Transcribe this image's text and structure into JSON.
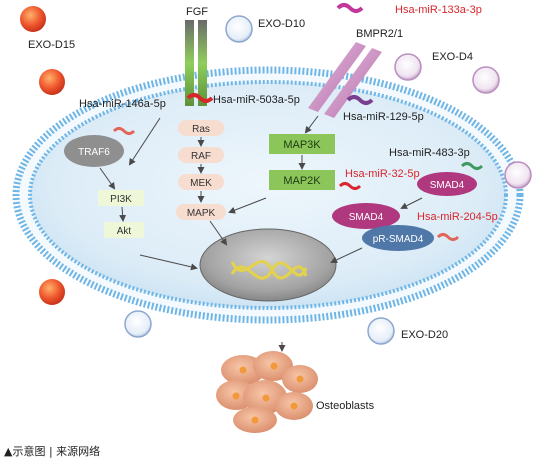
{
  "labels": {
    "fgf": "FGF",
    "bmpr": "BMPR2/1",
    "exo_d10": "EXO-D10",
    "exo_d15": "EXO-D15",
    "exo_d4": "EXO-D4",
    "exo_d20": "EXO-D20",
    "osteoblasts": "Osteoblasts"
  },
  "mirnas": {
    "m133a": "Hsa-miR-133a-3p",
    "m503a": "Hsa-miR-503a-5p",
    "m129": "Hsa-miR-129-5p",
    "m146a": "Hsa-miR-146a-5p",
    "m483": "Hsa-miR-483-3p",
    "m32": "Hsa-miR-32-5p",
    "m204": "Hsa-miR-204-5p"
  },
  "nodes": {
    "ras": "Ras",
    "raf": "RAF",
    "mek": "MEK",
    "mapk": "MAPK",
    "map3k": "MAP3K",
    "map2k": "MAP2K",
    "traf6": "TRAF6",
    "pi3k": "PI3K",
    "akt": "Akt",
    "smad4_a": "SMAD4",
    "smad4_b": "SMAD4",
    "psmad4": "pR-SMAD4"
  },
  "caption": "▲示意图 | 来源网络",
  "colors": {
    "membrane": "#6fb6e6",
    "cytoplasm": "#dcecf7",
    "nucleus": "#9a9a9a",
    "green_box": "#8cc65a",
    "smad": "#b0387e",
    "psmad": "#4f77a8",
    "mirna_red": "#d9262b",
    "mirna_dark": "#222222"
  }
}
